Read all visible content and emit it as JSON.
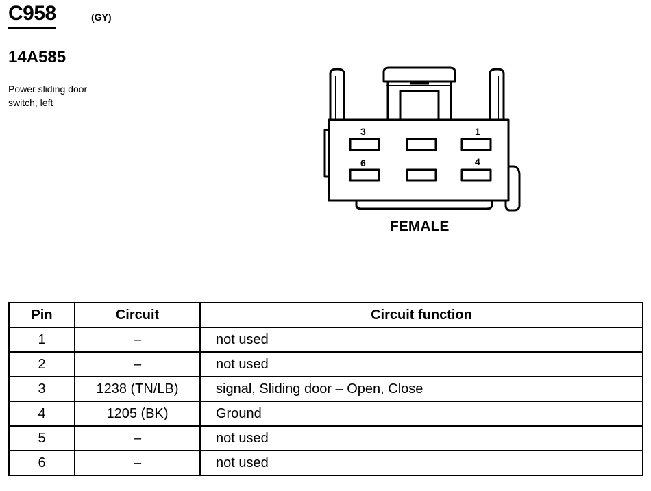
{
  "connector": {
    "id": "C958",
    "color": "(GY)",
    "part_number": "14A585",
    "description_lines": [
      "Power sliding door",
      "switch, left"
    ]
  },
  "diagram": {
    "gender": "FEMALE",
    "pin_labels": {
      "top_left": "3",
      "top_right": "1",
      "bottom_left": "6",
      "bottom_right": "4"
    }
  },
  "table": {
    "headers": {
      "pin": "Pin",
      "circuit": "Circuit",
      "function": "Circuit function"
    },
    "rows": [
      {
        "pin": "1",
        "circuit": "–",
        "function": "not used"
      },
      {
        "pin": "2",
        "circuit": "–",
        "function": "not used"
      },
      {
        "pin": "3",
        "circuit": "1238 (TN/LB)",
        "function": "signal, Sliding door – Open, Close"
      },
      {
        "pin": "4",
        "circuit": "1205 (BK)",
        "function": "Ground"
      },
      {
        "pin": "5",
        "circuit": "–",
        "function": "not used"
      },
      {
        "pin": "6",
        "circuit": "–",
        "function": "not used"
      }
    ]
  }
}
